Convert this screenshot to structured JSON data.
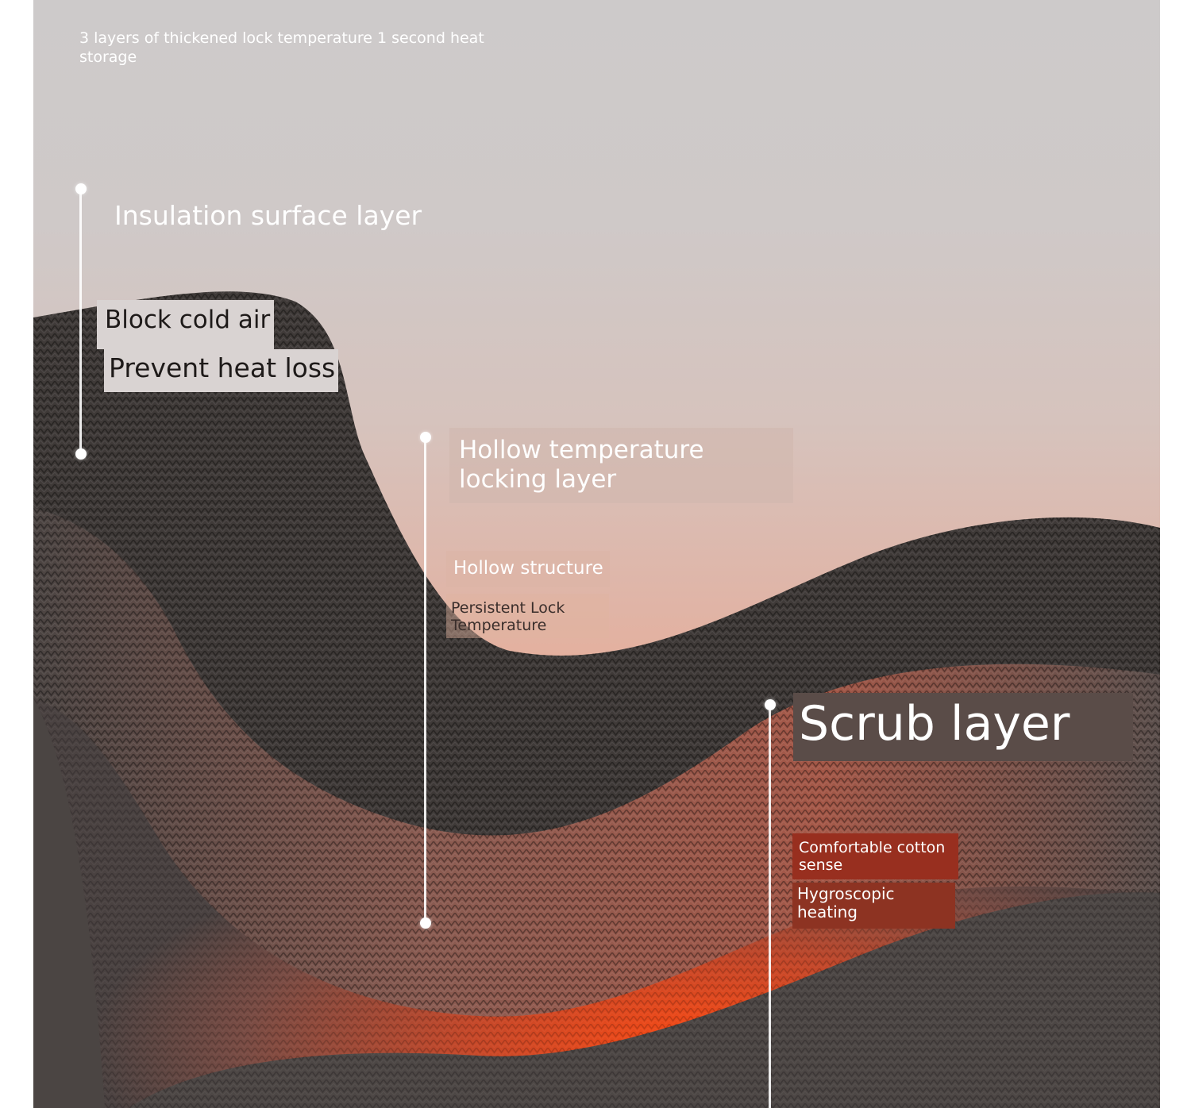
{
  "headline": "3 layers of thickened lock temperature 1 second heat storage",
  "layers": {
    "insulation": {
      "title": "Insulation surface layer",
      "features": [
        "Block cold air",
        "Prevent heat loss"
      ]
    },
    "hollow": {
      "title": "Hollow temperature locking layer",
      "features": [
        "Hollow structure",
        "Persistent Lock Temperature"
      ]
    },
    "scrub": {
      "title": "Scrub layer",
      "features": [
        "Comfortable cotton sense",
        "Hygroscopic heating"
      ]
    }
  },
  "colors": {
    "fabric_dark": "#3d3836",
    "fabric_mid": "#4f4846",
    "heat_glow": "#e04a20",
    "scrub_tag": "#5a4c48",
    "comfort_tag": "#982f1f"
  }
}
